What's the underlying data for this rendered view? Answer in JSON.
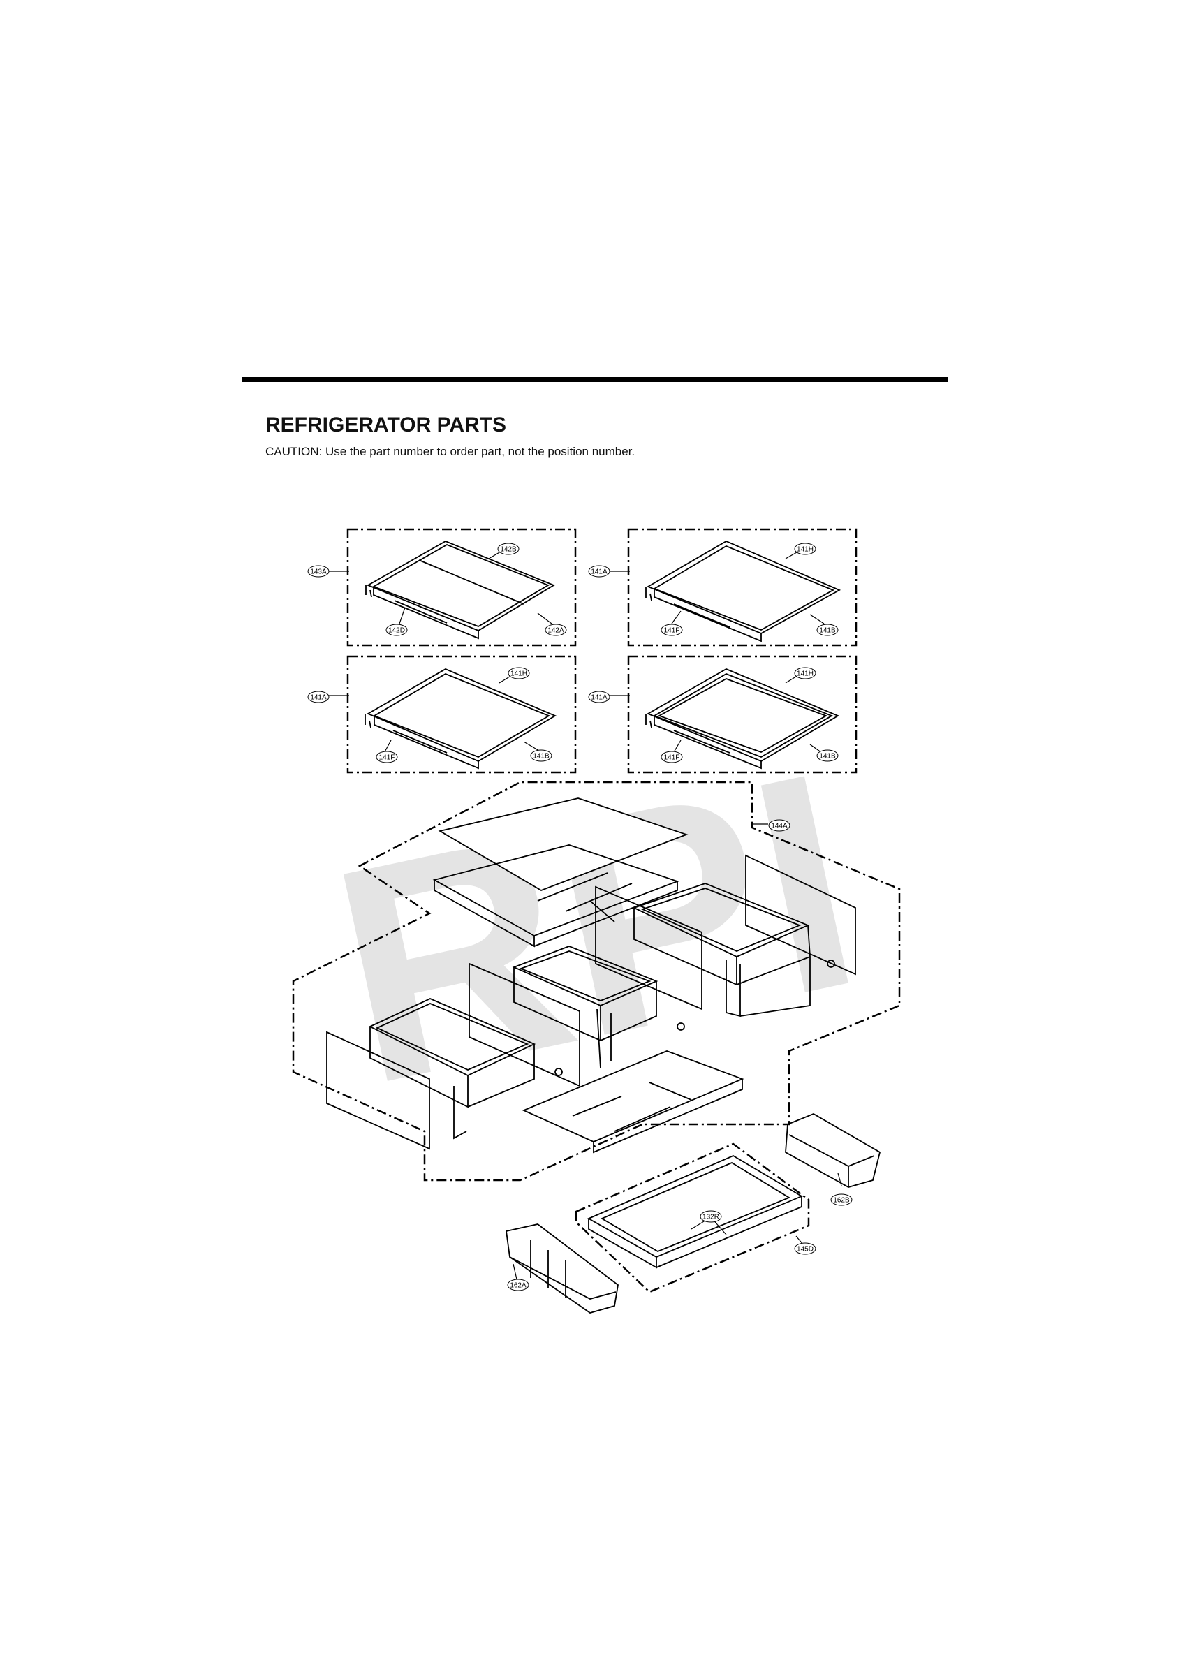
{
  "header": {
    "title": "REFRIGERATOR PARTS",
    "caution": "CAUTION: Use the part number to order part, not the position number."
  },
  "watermark": {
    "text": "RPI"
  },
  "callouts": {
    "c143A": "143A",
    "c142B": "142B",
    "c142D": "142D",
    "c142A": "142A",
    "c141A_1": "141A",
    "c141H_1": "141H",
    "c141F_1": "141F",
    "c141B_1": "141B",
    "c141A_2": "141A",
    "c141H_2": "141H",
    "c141F_2": "141F",
    "c141B_2": "141B",
    "c141A_3": "141A",
    "c141H_3": "141H",
    "c141F_3": "141F",
    "c141B_3": "141B",
    "c144A": "144A",
    "c162B": "162B",
    "c132R": "132R",
    "c145D": "145D",
    "c162A": "162A"
  }
}
